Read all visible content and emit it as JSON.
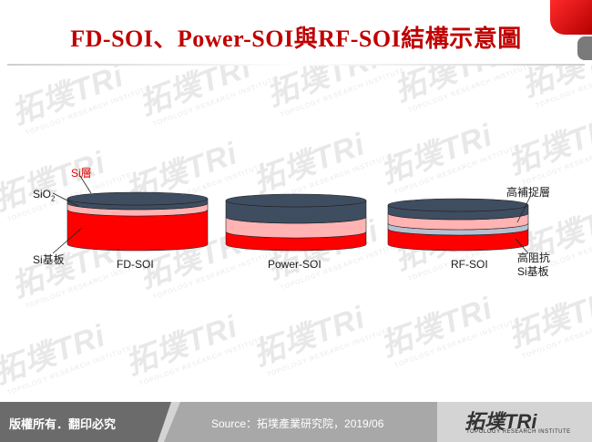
{
  "title": "FD-SOI、Power-SOI與RF-SOI結構示意圖",
  "colors": {
    "title": "#c00000",
    "si_substrate": "#ff0000",
    "oxide": "#ffb3b3",
    "silicon_layer": "#3f4d61",
    "trap_rich": "#b8bfd0"
  },
  "diagram": {
    "wafers": [
      {
        "name": "FD-SOI",
        "labels": {
          "si_layer": "Si層",
          "sio2_prefix": "SiO",
          "sio2_sub": "2",
          "substrate": "Si基板"
        }
      },
      {
        "name": "Power-SOI"
      },
      {
        "name": "RF-SOI",
        "labels": {
          "trap_rich": "高補捉層",
          "hr_line1": "高阻抗",
          "hr_line2": "Si基板"
        }
      }
    ]
  },
  "watermark": {
    "text": "拓墣TRi",
    "subtext": "TOPOLOGY RESEARCH INSTITUTE"
  },
  "footer": {
    "copyright": "版權所有．翻印必究",
    "source": "Source：拓墣產業研究院，2019/06",
    "logo_main": "拓墣TRi",
    "logo_sub": "TOPOLOGY RESEARCH INSTITUTE"
  }
}
